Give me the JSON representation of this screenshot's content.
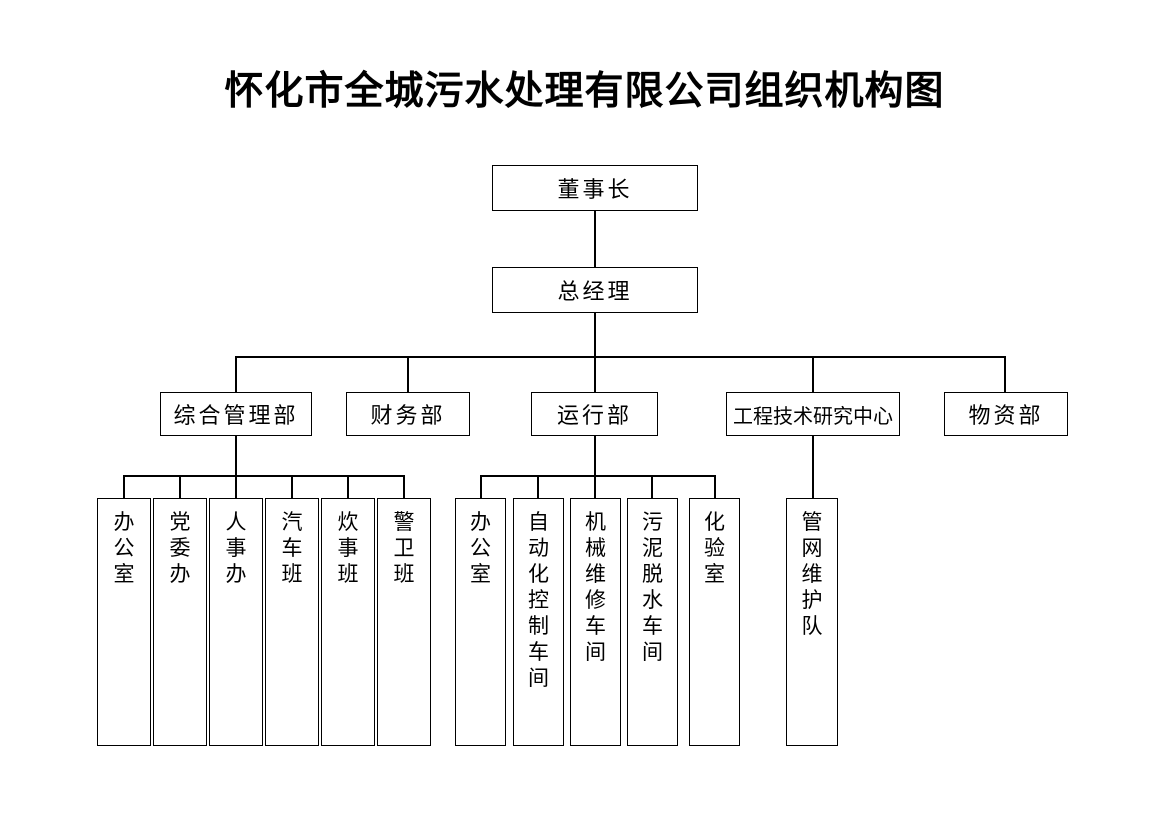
{
  "title": "怀化市全城污水处理有限公司组织机构图",
  "chart_data": {
    "type": "diagram",
    "diagram_kind": "organizational-chart",
    "title": "怀化市全城污水处理有限公司组织机构图",
    "orientation": "top-down",
    "levels": [
      {
        "level": 1,
        "nodes": [
          "董事长"
        ]
      },
      {
        "level": 2,
        "nodes": [
          "总经理"
        ]
      },
      {
        "level": 3,
        "nodes": [
          "综合管理部",
          "财务部",
          "运行部",
          "工程技术研究中心",
          "物资部"
        ]
      },
      {
        "level": 4,
        "nodes": [
          "办公室",
          "党委办",
          "人事办",
          "汽车班",
          "炊事班",
          "警卫班",
          "办公室",
          "自动化控制车间",
          "机械维修车间",
          "污泥脱水车间",
          "化验室",
          "管网维护队"
        ]
      }
    ],
    "edges": [
      {
        "from": "董事长",
        "to": "总经理"
      },
      {
        "from": "总经理",
        "to": "综合管理部"
      },
      {
        "from": "总经理",
        "to": "财务部"
      },
      {
        "from": "总经理",
        "to": "运行部"
      },
      {
        "from": "总经理",
        "to": "工程技术研究中心"
      },
      {
        "from": "总经理",
        "to": "物资部"
      },
      {
        "from": "综合管理部",
        "to": "办公室"
      },
      {
        "from": "综合管理部",
        "to": "党委办"
      },
      {
        "from": "综合管理部",
        "to": "人事办"
      },
      {
        "from": "综合管理部",
        "to": "汽车班"
      },
      {
        "from": "综合管理部",
        "to": "炊事班"
      },
      {
        "from": "综合管理部",
        "to": "警卫班"
      },
      {
        "from": "运行部",
        "to": "办公室"
      },
      {
        "from": "运行部",
        "to": "自动化控制车间"
      },
      {
        "from": "运行部",
        "to": "机械维修车间"
      },
      {
        "from": "运行部",
        "to": "污泥脱水车间"
      },
      {
        "from": "运行部",
        "to": "化验室"
      },
      {
        "from": "工程技术研究中心",
        "to": "管网维护队"
      }
    ]
  },
  "nodes": {
    "chairman": "董事长",
    "general_manager": "总经理",
    "departments": [
      "综合管理部",
      "财务部",
      "运行部",
      "工程技术研究中心",
      "物资部"
    ],
    "admin_units": [
      "办公室",
      "党委办",
      "人事办",
      "汽车班",
      "炊事班",
      "警卫班"
    ],
    "operations_units": [
      "办公室",
      "自动化控制车间",
      "机械维修车间",
      "污泥脱水车间",
      "化验室"
    ],
    "engineering_units": [
      "管网维护队"
    ]
  },
  "colors": {
    "background": "#ffffff",
    "line": "#000000",
    "text": "#000000",
    "border": "#000000"
  }
}
